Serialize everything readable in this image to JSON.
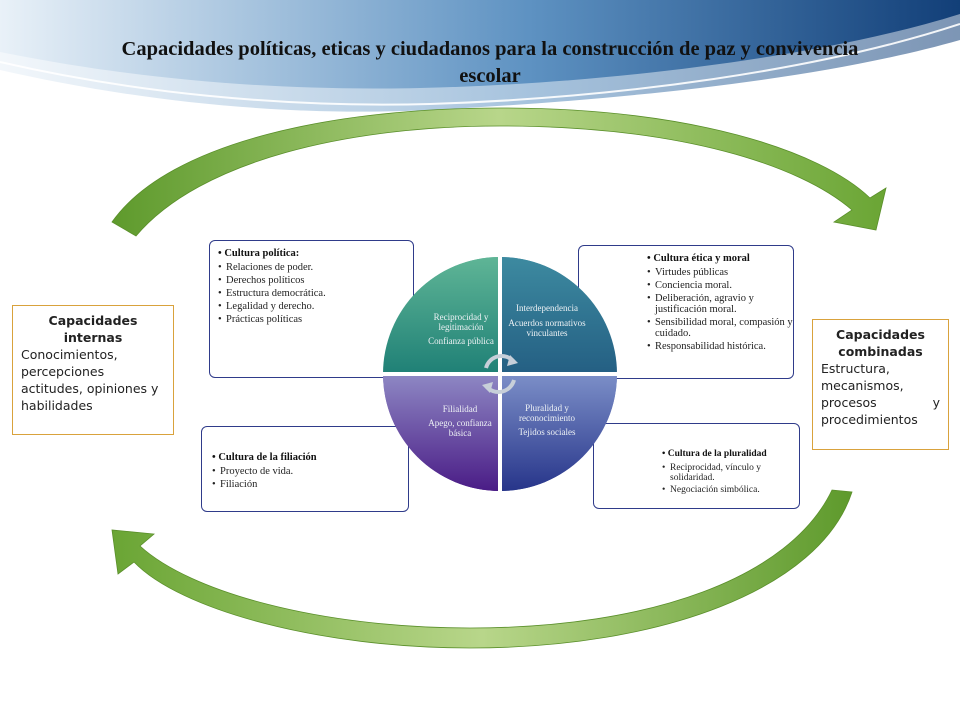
{
  "title": "Capacidades políticas, eticas y ciudadanos para la construcción de paz y convivencia escolar",
  "colors": {
    "top_band": "#1f5c99",
    "arrow_green": "#6fa83a",
    "box_border": "#d9a23c",
    "culture_border": "#2f3b8a",
    "quad_teal": "#2f9d8a",
    "quad_blue": "#2a6f8f",
    "quad_purple": "#5a2d8c",
    "quad_navy": "#2e3f91"
  },
  "internas": {
    "heading": "Capacidades internas",
    "body": "Conocimientos, percepciones actitudes, opiniones y habilidades"
  },
  "combinadas": {
    "heading": "Capacidades combinadas",
    "body": "Estructura, mecanismos, procesos y procedimientos"
  },
  "politica": {
    "title": "Cultura política:",
    "items": [
      "Relaciones de poder.",
      "Derechos políticos",
      "Estructura democrática.",
      "Legalidad y derecho.",
      "Prácticas políticas"
    ]
  },
  "etica": {
    "title": "Cultura ética y moral",
    "items": [
      "Virtudes públicas",
      "Conciencia moral.",
      "Deliberación, agravio y justificación moral.",
      "Sensibilidad moral, compasión y cuidado.",
      "Responsabilidad histórica."
    ]
  },
  "filiacion": {
    "title": "Cultura de la filiación",
    "items": [
      "Proyecto de vida.",
      "Filiación"
    ]
  },
  "pluralidad": {
    "title": "Cultura de la pluralidad",
    "items": [
      "Reciprocidad, vínculo y solidaridad.",
      "Negociación simbólica."
    ]
  },
  "quadrants": {
    "tl": {
      "line1": "Reciprocidad y legitimación",
      "line2": "Confianza pública"
    },
    "tr": {
      "line1": "Interdependencia",
      "line2": "Acuerdos normativos vinculantes"
    },
    "bl": {
      "line1": "Filialidad",
      "line2": "Apego, confianza básica"
    },
    "br": {
      "line1": "Pluralidad y reconocimiento",
      "line2": "Tejidos sociales"
    }
  }
}
